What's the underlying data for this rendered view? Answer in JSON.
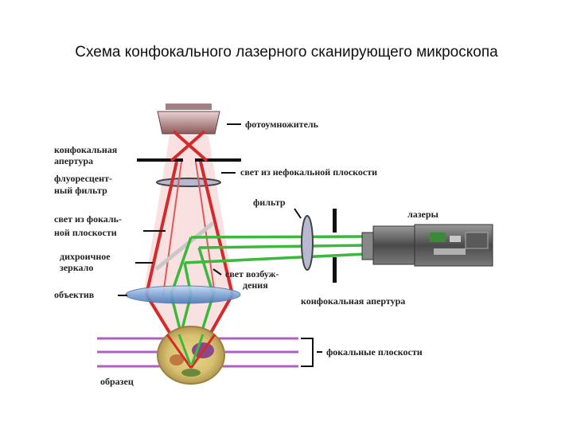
{
  "title": "Схема конфокального лазерного сканирующего микроскопа",
  "labels": {
    "photomultiplier": "фотоумножитель",
    "confocal_aperture_left_1": "конфокальная",
    "confocal_aperture_left_2": "апертура",
    "unfocused_light": "свет из нефокальной плоскости",
    "fluor_filter_1": "флуоресцент-",
    "fluor_filter_2": "ный фильтр",
    "filter": "фильтр",
    "lasers": "лазеры",
    "focal_light_1": "свет из фокаль-",
    "focal_light_2": "ной плоскости",
    "dichroic_1": "дихроичное",
    "dichroic_2": "зеркало",
    "excitation_1": "свет возбуж-",
    "excitation_2": "дения",
    "objective": "объектив",
    "confocal_aperture_bottom": "конфокальная апертура",
    "focal_planes": "фокальные плоскости",
    "sample": "образец"
  },
  "colors": {
    "red_beam": "#d42a2a",
    "green_beam": "#3cb83c",
    "focal_plane": "#b060c0",
    "lens": "#7ea6d8"
  }
}
